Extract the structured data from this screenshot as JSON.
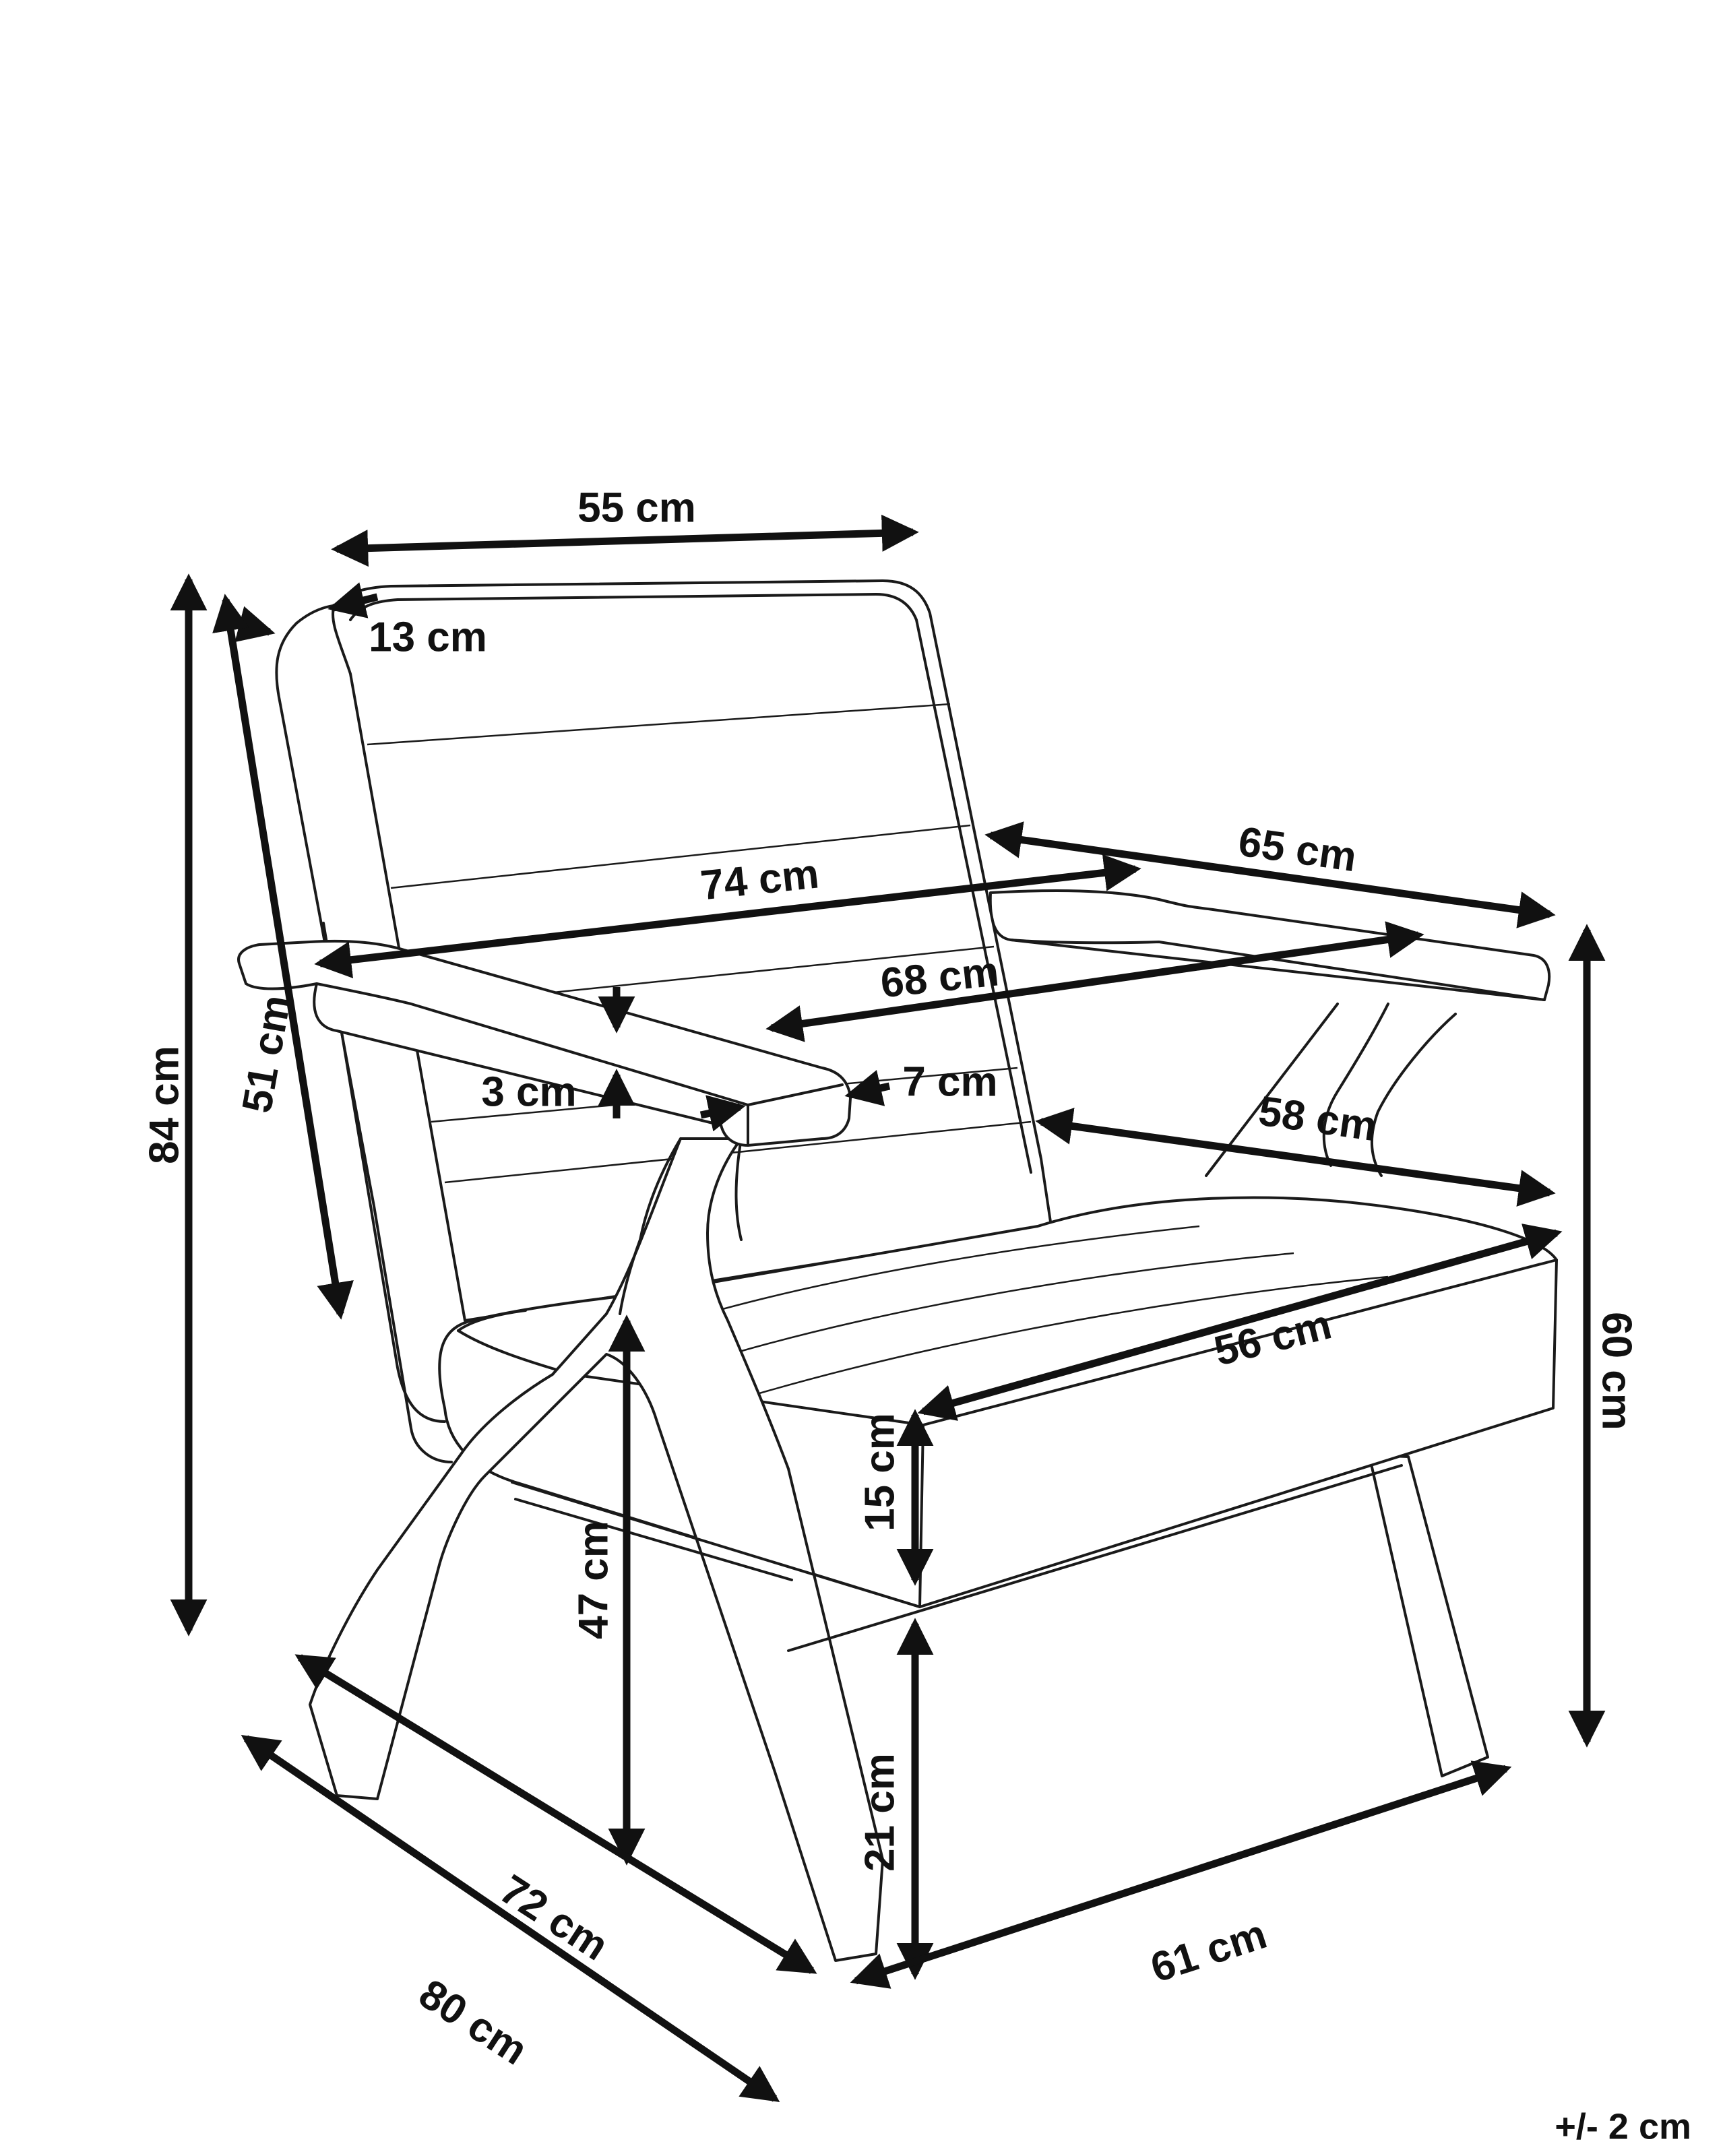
{
  "dimensions": {
    "backrest_width": "55 cm",
    "backrest_depth": "13 cm",
    "arm_depth": "65 cm",
    "overall_depth_diag": "74 cm",
    "seat_depth_inner": "68 cm",
    "armrest_width": "7 cm",
    "armrest_height_gap": "3 cm",
    "backrest_height": "51 cm",
    "overall_height": "84 cm",
    "seat_inner_width": "58 cm",
    "seat_front_width": "56 cm",
    "arm_height": "60 cm",
    "seat_thickness": "15 cm",
    "seat_height": "47 cm",
    "ground_clearance": "21 cm",
    "base_depth": "72 cm",
    "overall_width": "80 cm",
    "base_width": "61 cm"
  },
  "tolerance": "+/- 2 cm"
}
